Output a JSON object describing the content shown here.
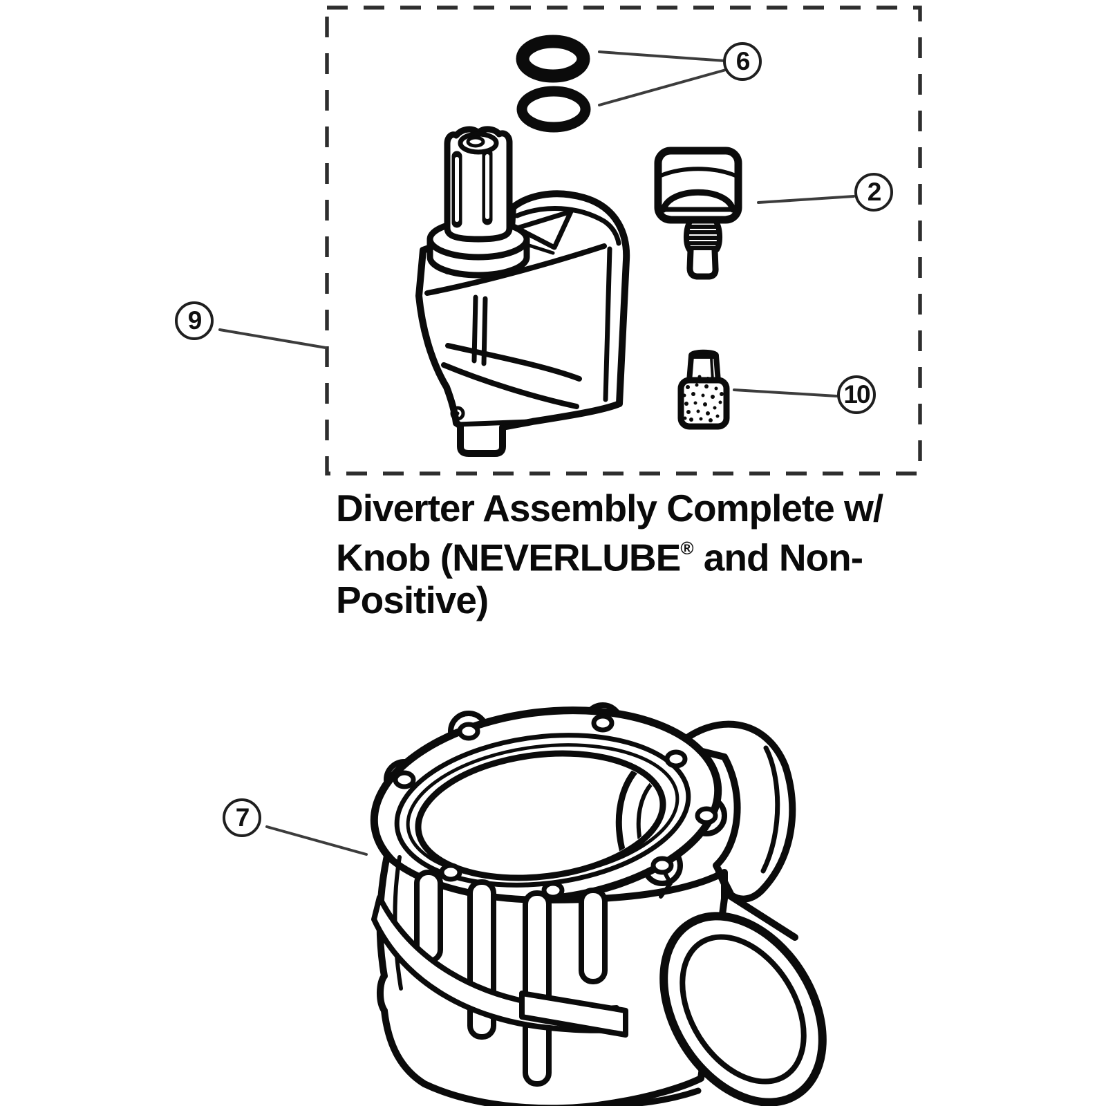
{
  "colors": {
    "ink": "#0b0b0b",
    "leader": "#3c3c3c",
    "dash": "#2e2e2e",
    "paper": "#ffffff"
  },
  "caption": {
    "line1": "Diverter Assembly Complete w/",
    "line2_text": "Knob (NEVERLUBE",
    "line2_sup": "®",
    "line2_tail": " and Non-",
    "line3": "Positive)"
  },
  "callouts": [
    {
      "label": "6",
      "part": "o-rings"
    },
    {
      "label": "2",
      "part": "knob-screw"
    },
    {
      "label": "9",
      "part": "diverter-assembly-group"
    },
    {
      "label": "10",
      "part": "lube-plug"
    },
    {
      "label": "7",
      "part": "valve-body"
    }
  ]
}
